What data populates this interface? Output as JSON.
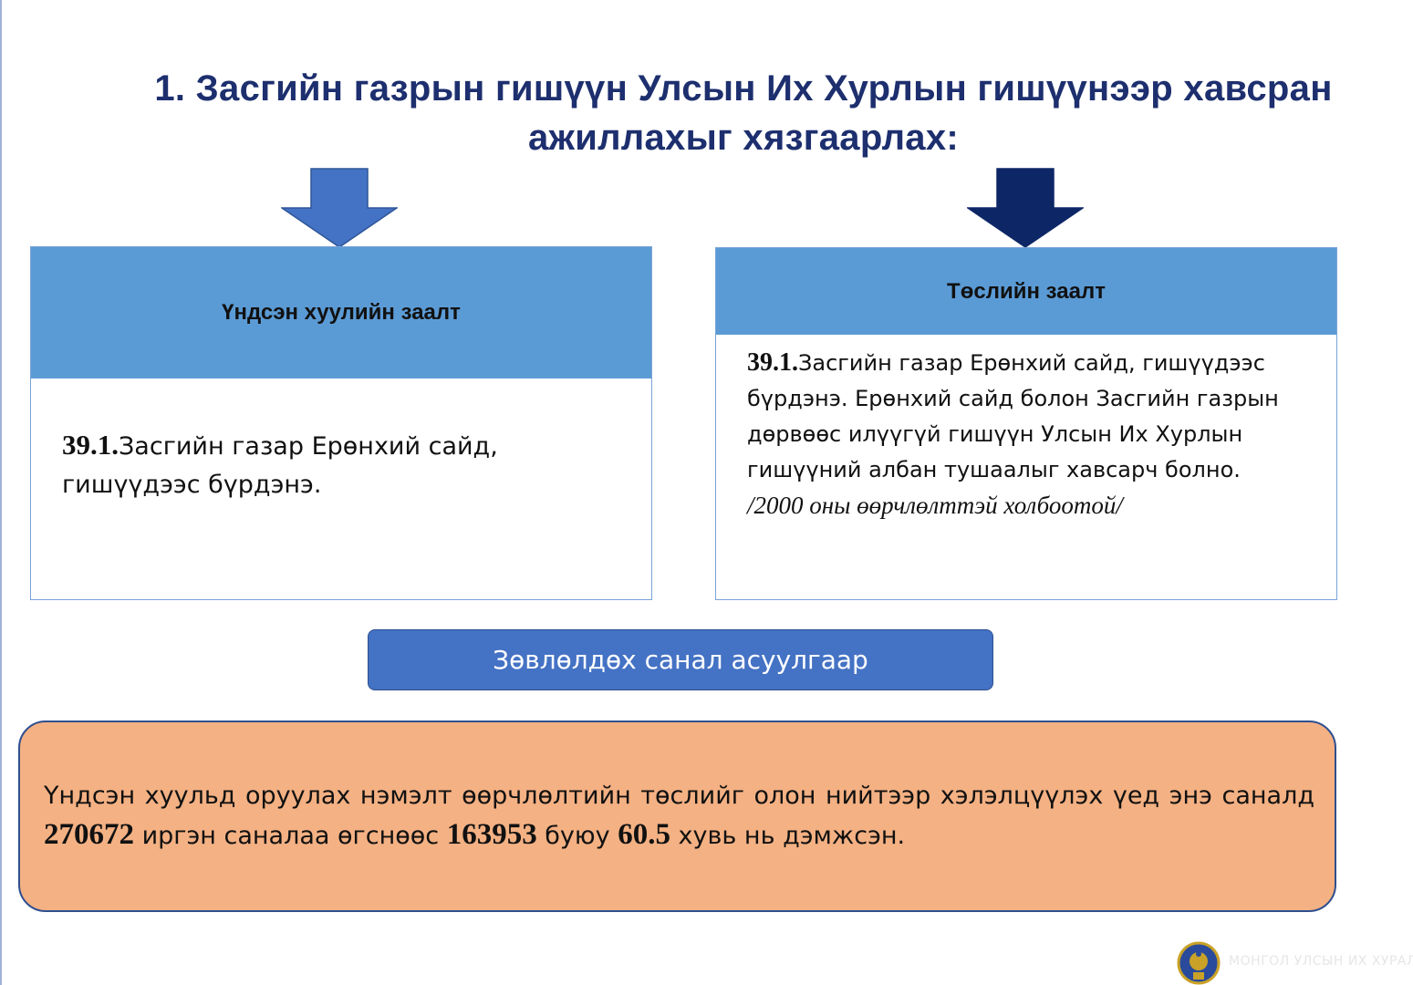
{
  "title": {
    "line1": "1. Засгийн газрын гишүүн Улсын Их Хурлын гишүүнээр хавсран",
    "line2": "ажиллахыг хязгаарлах:"
  },
  "colors": {
    "title": "#1d2f6e",
    "box_header": "#5b9bd5",
    "arrow_left": "#4472c4",
    "arrow_right": "#0d2766",
    "consult_button": "#4472c4",
    "result_box": "#f4b183"
  },
  "left_box": {
    "header": "Үндсэн хуулийн заалт",
    "article_number": "39.1.",
    "text_line1": "Засгийн газар Ерөнхий сайд,",
    "text_line2": "гишүүдээс бүрдэнэ."
  },
  "right_box": {
    "header": "Төслийн заалт",
    "article_number": "39.1.",
    "text_line1": "Засгийн газар Ерөнхий сайд, гишүүдээс",
    "text_line2": "бүрдэнэ. Ерөнхий сайд болон Засгийн газрын",
    "text_line3": "дөрвөөс илүүгүй гишүүн Улсын Их Хурлын",
    "text_line4": "гишүүний албан тушаалыг хавсарч болно.",
    "note": "/2000 оны өөрчлөлттэй холбоотой/"
  },
  "consultation_label": "Зөвлөлдөх санал асуулгаар",
  "result": {
    "part1": "Үндсэн хуульд оруулах нэмэлт өөрчлөлтийн төслийг олон нийтээр хэлэлцүүлэх үед энэ саналд ",
    "participants": "270672",
    "part2": " иргэн саналаа өгснөөс ",
    "supporters": "163953",
    "part3": " буюу ",
    "percent": "60.5",
    "part4": " хувь нь дэмжсэн."
  },
  "footer": {
    "organization": "МОНГОЛ УЛСЫН ИХ ХУРАЛ",
    "logo_icon": "state-emblem-icon"
  }
}
